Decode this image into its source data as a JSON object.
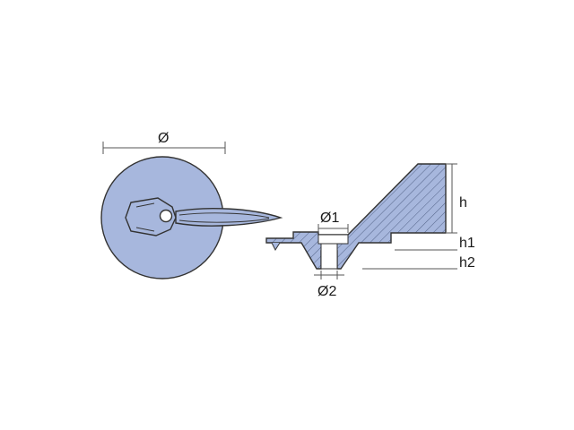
{
  "colors": {
    "fill": "#A7B7DD",
    "outline": "#333333",
    "hatch": "#4a5a80",
    "dimension": "#555555"
  },
  "labels": {
    "diameter": "Ø",
    "diameter1": "Ø1",
    "diameter2": "Ø2",
    "height": "h",
    "height1": "h1",
    "height2": "h2"
  }
}
